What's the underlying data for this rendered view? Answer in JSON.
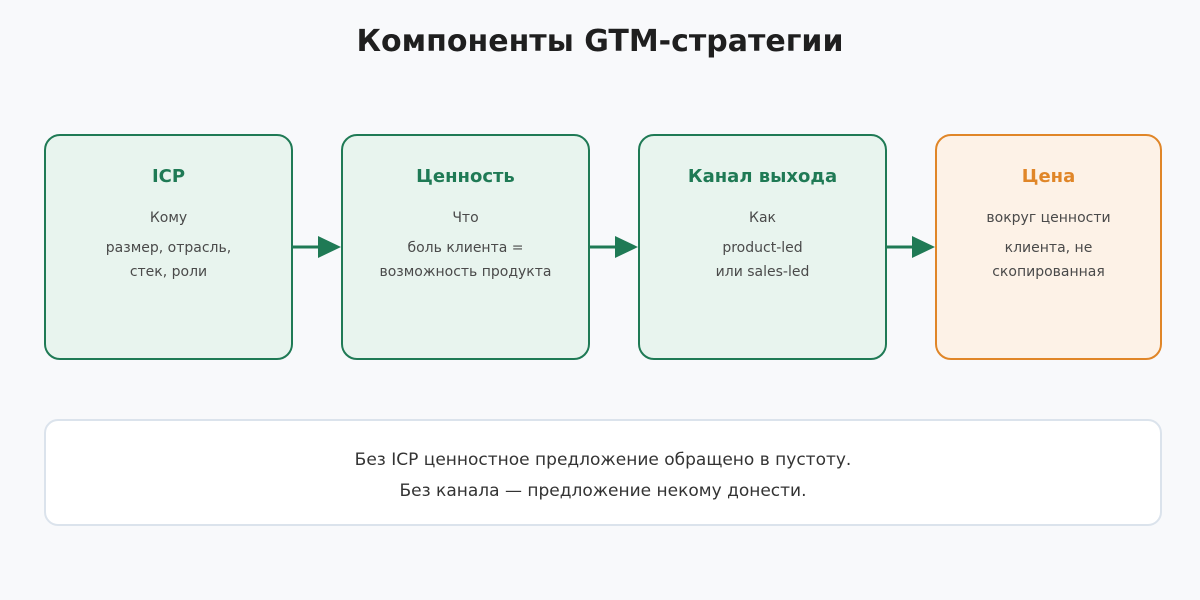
{
  "title": "Компоненты GTM-стратегии",
  "colors": {
    "green": "#1f7a55",
    "green_fill": "#e8f4ee",
    "orange": "#e08628",
    "orange_fill": "#fdf2e7"
  },
  "boxes": [
    {
      "title": "ICP",
      "lines": [
        "Кому",
        "размер, отрасль,",
        "стек, роли"
      ]
    },
    {
      "title": "Ценность",
      "lines": [
        "Что",
        "боль клиента =",
        "возможность продукта"
      ]
    },
    {
      "title": "Канал выхода",
      "lines": [
        "Как",
        "product-led",
        "или sales-led"
      ]
    },
    {
      "title": "Цена",
      "lines": [
        "вокруг ценности",
        "клиента, не",
        "скопированная"
      ]
    }
  ],
  "note": {
    "lines": [
      "Без ICP ценностное предложение обращено в пустоту.",
      "Без канала — предложение некому донести."
    ]
  }
}
